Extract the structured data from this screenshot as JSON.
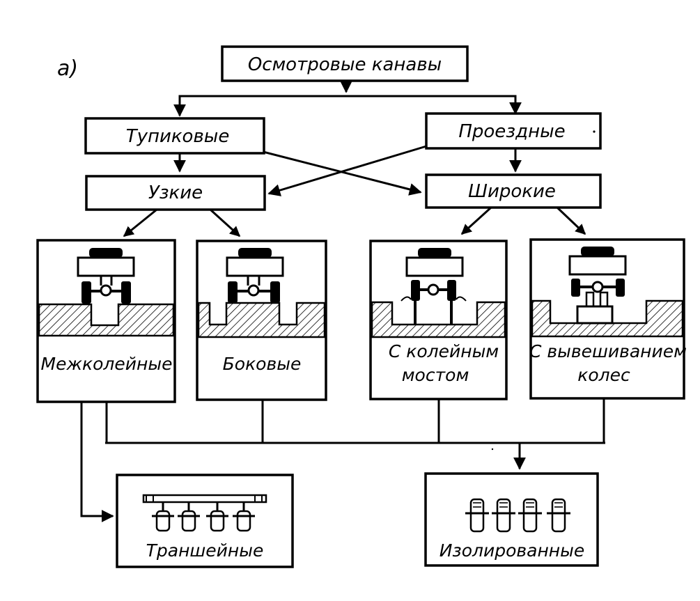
{
  "figure_label": "а)",
  "root": {
    "label": "Осмотровые канавы"
  },
  "level1": [
    {
      "label": "Тупиковые"
    },
    {
      "label": "Проездные"
    }
  ],
  "level2": [
    {
      "label": "Узкие"
    },
    {
      "label": "Широкие"
    }
  ],
  "level3": [
    {
      "label": "Межколейные"
    },
    {
      "label": "Боковые"
    },
    {
      "label": [
        "С колейным",
        "мостом"
      ]
    },
    {
      "label": [
        "С вывешиванием",
        "колес"
      ]
    }
  ],
  "level4": [
    {
      "label": "Траншейные"
    },
    {
      "label": "Изолированные"
    }
  ],
  "colors": {
    "ink": "#000000",
    "paper": "#ffffff"
  }
}
